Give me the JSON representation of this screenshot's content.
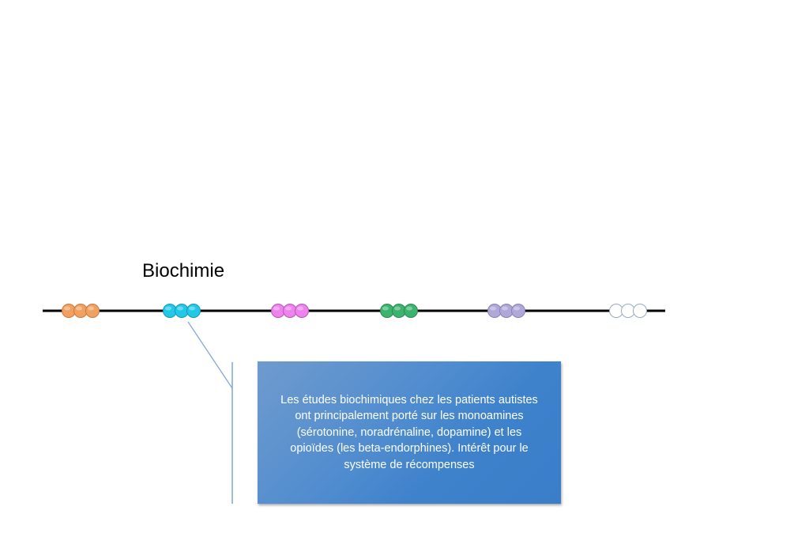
{
  "heading": "Biochimie",
  "timeline": {
    "groups": [
      {
        "id": "group-1",
        "color": "#f0a060",
        "stroke": "#c97a3e"
      },
      {
        "id": "group-2",
        "color": "#22c8e8",
        "stroke": "#1799b3"
      },
      {
        "id": "group-3",
        "color": "#ee82ee",
        "stroke": "#b25ab2"
      },
      {
        "id": "group-4",
        "color": "#3cb46e",
        "stroke": "#2a8a52"
      },
      {
        "id": "group-5",
        "color": "#b0a8d8",
        "stroke": "#8a82b2"
      },
      {
        "id": "group-6",
        "color": "#ffffff",
        "stroke": "#9aaabb"
      }
    ],
    "line_color": "#000000",
    "callout_color": "#7ea6d6"
  },
  "infobox": {
    "text": "Les études biochimiques chez les patients autistes ont principalement porté sur les monoamines (sérotonine, noradrénaline, dopamine) et les opioïdes (les beta-endorphines). Intérêt pour le système de récompenses",
    "background_color": "#4f8ccf",
    "text_color": "#ffffff"
  }
}
